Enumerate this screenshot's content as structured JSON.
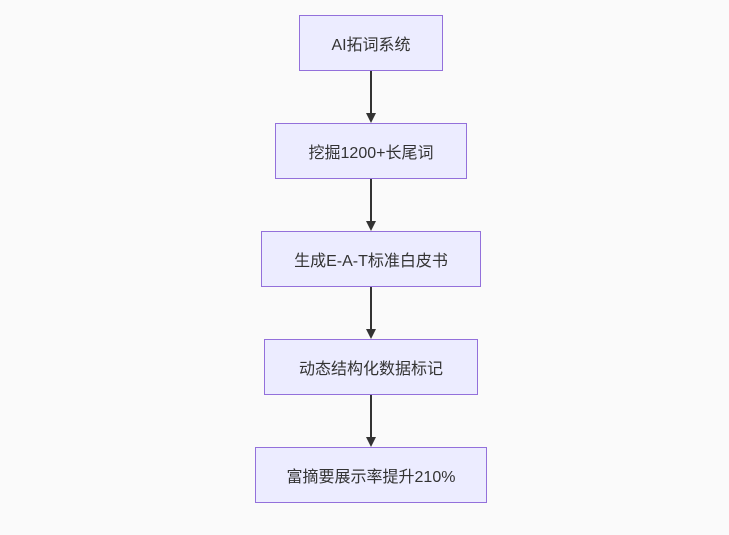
{
  "flowchart": {
    "type": "flowchart",
    "direction": "top-down",
    "colors": {
      "background": "#fafafa",
      "node_fill": "#ECECFF",
      "node_border": "#9370DB",
      "node_text": "#333333",
      "arrow": "#333333"
    },
    "nodes": [
      {
        "id": "n1",
        "label": "AI拓词系统"
      },
      {
        "id": "n2",
        "label": "挖掘1200+长尾词"
      },
      {
        "id": "n3",
        "label": "生成E-A-T标准白皮书"
      },
      {
        "id": "n4",
        "label": "动态结构化数据标记"
      },
      {
        "id": "n5",
        "label": "富摘要展示率提升210%"
      }
    ],
    "edges": [
      {
        "from": "n1",
        "to": "n2"
      },
      {
        "from": "n2",
        "to": "n3"
      },
      {
        "from": "n3",
        "to": "n4"
      },
      {
        "from": "n4",
        "to": "n5"
      }
    ]
  }
}
